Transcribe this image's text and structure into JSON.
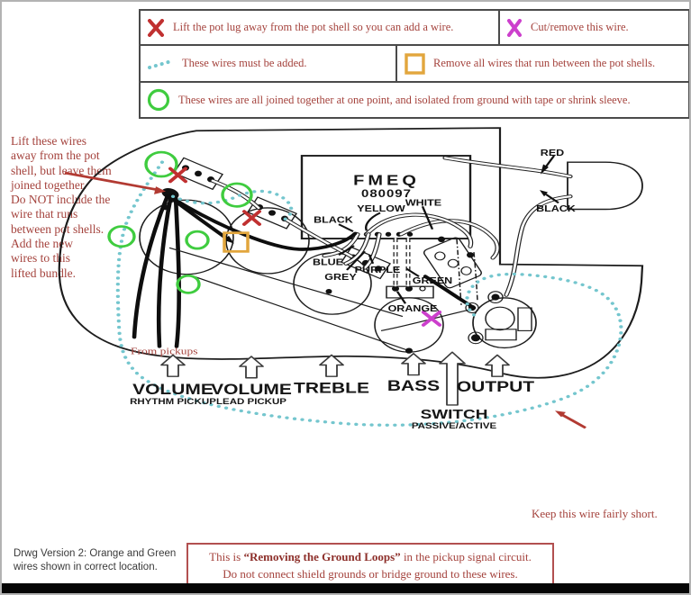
{
  "colors": {
    "note_text": "#A4423C",
    "red_x_marker": "#C03030",
    "magenta_x_marker": "#CC3FCC",
    "added_wire_dots": "#74C6CE",
    "orange_square_marker": "#E2A63D",
    "green_circle_marker": "#3FCC3F",
    "line_art": "#1d1d1d",
    "warning_border": "#b25050"
  },
  "legend": {
    "items": [
      {
        "symbol": "red-x",
        "text": "Lift the pot lug away from the pot shell so you can add a wire."
      },
      {
        "symbol": "magenta-x",
        "text": "Cut/remove this wire."
      },
      {
        "symbol": "dotted-line",
        "text": "These wires must be added."
      },
      {
        "symbol": "orange-square",
        "text": "Remove all wires that run between the pot shells."
      },
      {
        "symbol": "green-circle",
        "text": "These wires are all joined together at one point, and isolated from ground with tape or shrink sleeve."
      }
    ]
  },
  "annotations": {
    "lift_note_lines": [
      "Lift these wires",
      "away from the pot",
      "shell, but leave them",
      "joined together.",
      "Do NOT include the",
      "wire that runs",
      "between pot shells.",
      "Add the new",
      "wires to this",
      "lifted bundle."
    ],
    "from_pickups": "From pickups",
    "keep_short": "Keep this wire fairly short."
  },
  "diagram": {
    "preamp": {
      "name": "FMEQ",
      "number": "080097"
    },
    "wire_labels": {
      "black_top": "BLACK",
      "yellow": "YELLOW",
      "white": "WHITE",
      "blue": "BLUE",
      "grey": "GREY",
      "purple": "PURPLE",
      "green": "GREEN",
      "orange": "ORANGE",
      "red_battery": "RED",
      "black_battery": "BLACK"
    },
    "controls": [
      {
        "label": "VOLUME",
        "sub": "RHYTHM PICKUP"
      },
      {
        "label": "VOLUME",
        "sub": "LEAD PICKUP"
      },
      {
        "label": "TREBLE",
        "sub": ""
      },
      {
        "label": "BASS",
        "sub": ""
      },
      {
        "label": "OUTPUT",
        "sub": ""
      }
    ],
    "switch_control": {
      "label": "SWITCH",
      "sub": "PASSIVE/ACTIVE"
    }
  },
  "footer": {
    "version_line1": "Drwg Version 2:  Orange and Green",
    "version_line2": "wires shown in correct location.",
    "warning_prefix": "This is ",
    "warning_bold": "“Removing the Ground Loops”",
    "warning_suffix": " in the pickup signal circuit.",
    "warning_line2": "Do not connect shield grounds or bridge ground to these wires."
  }
}
